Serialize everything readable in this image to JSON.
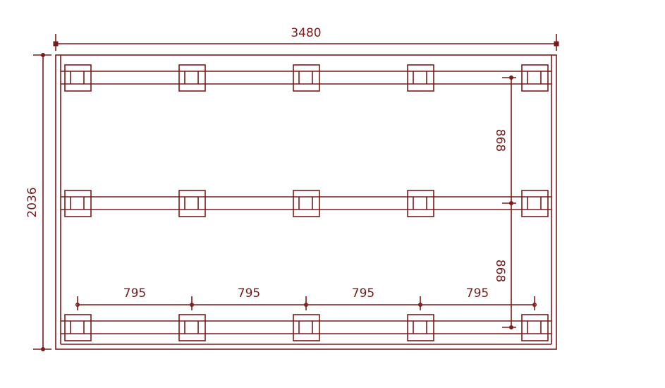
{
  "drawing": {
    "color": "#7a1a1a",
    "overall_width": "3480",
    "overall_height": "2036",
    "column_spacing_labels": [
      "795",
      "795",
      "795",
      "795"
    ],
    "row_spacing_labels": [
      "868",
      "868"
    ],
    "pad_columns": 5,
    "pad_rows": 3
  }
}
